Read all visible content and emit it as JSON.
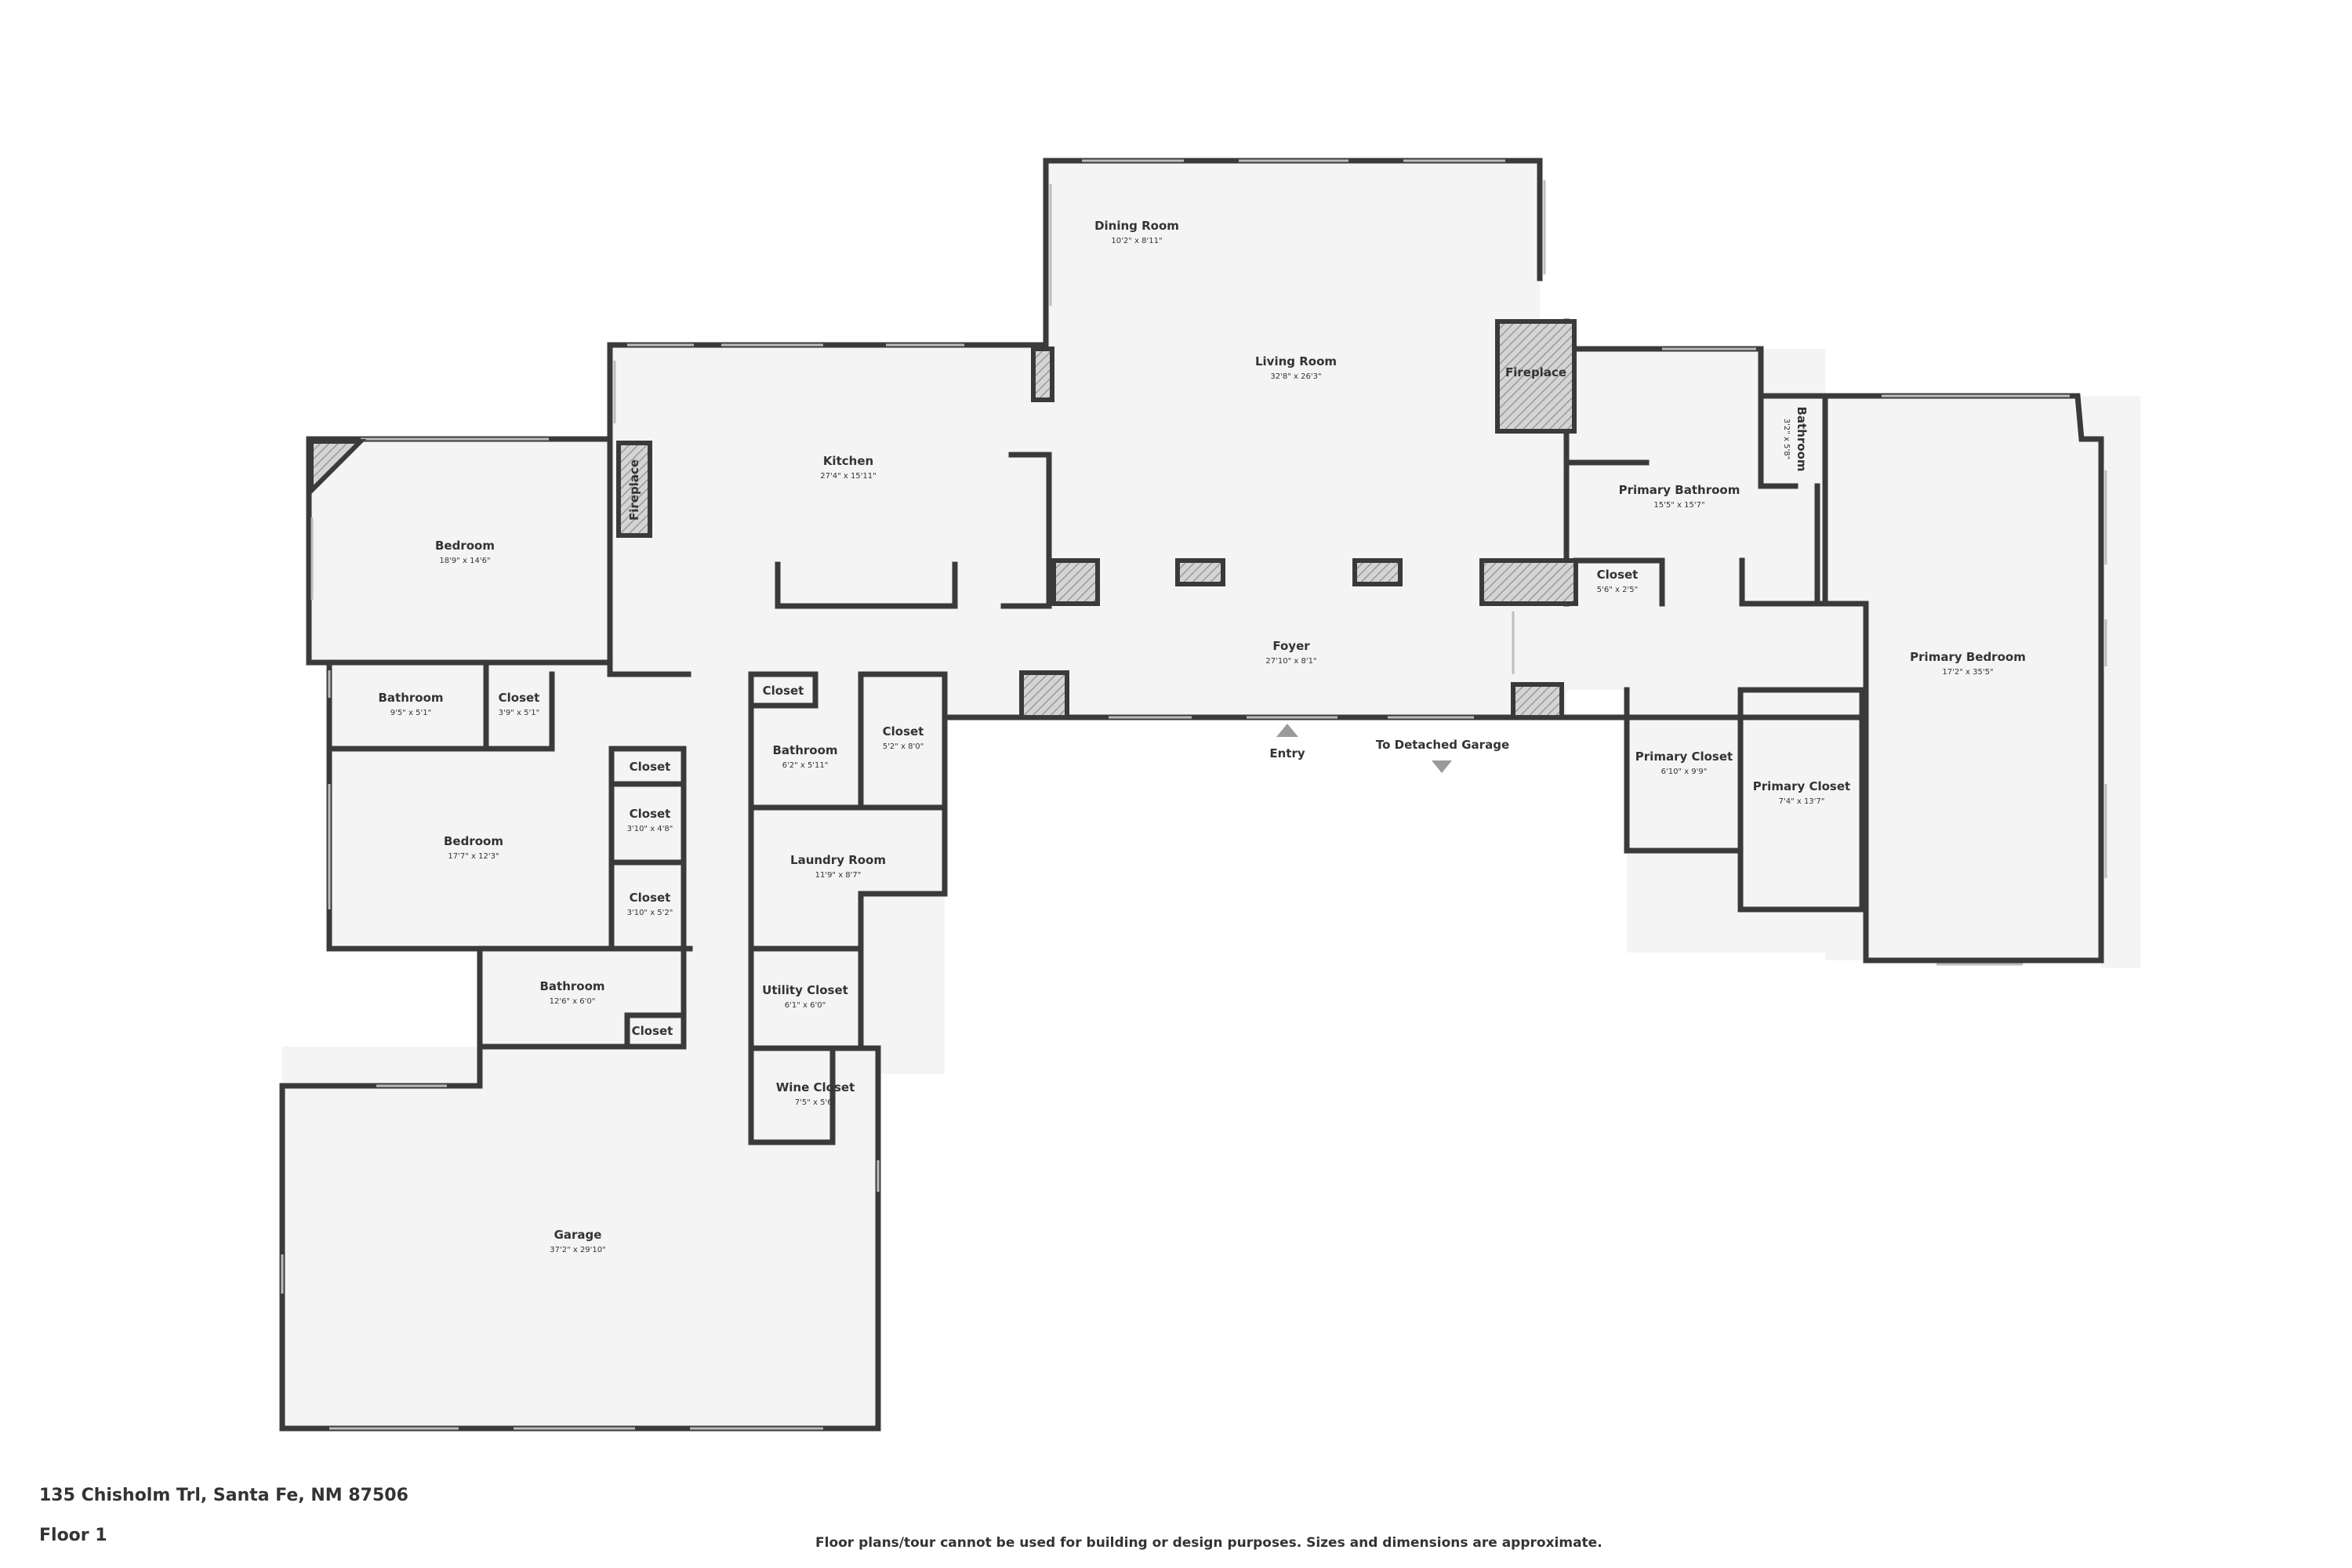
{
  "plan": {
    "address": "135 Chisholm Trl, Santa Fe, NM 87506",
    "floor": "Floor 1",
    "disclaimer": "Floor plans/tour cannot be used for building or design purposes. Sizes and dimensions are approximate.",
    "rooms": {
      "dining_room": {
        "name": "Dining Room",
        "dims": "10'2\" x 8'11\""
      },
      "living_room": {
        "name": "Living Room",
        "dims": "32'8\" x 26'3\""
      },
      "kitchen": {
        "name": "Kitchen",
        "dims": "27'4\" x 15'11\""
      },
      "bedroom_west": {
        "name": "Bedroom",
        "dims": "18'9\" x 14'6\""
      },
      "bathroom_west": {
        "name": "Bathroom",
        "dims": "9'5\" x 5'1\""
      },
      "closet_west": {
        "name": "Closet",
        "dims": "3'9\" x 5'1\""
      },
      "bedroom_mid": {
        "name": "Bedroom",
        "dims": "17'7\" x 12'3\""
      },
      "closet_a": {
        "name": "Closet",
        "dims": ""
      },
      "closet_b": {
        "name": "Closet",
        "dims": "3'10\" x 4'8\""
      },
      "closet_c": {
        "name": "Closet",
        "dims": "3'10\" x 5'2\""
      },
      "bathroom_hall": {
        "name": "Bathroom",
        "dims": "12'6\" x 6'0\""
      },
      "closet_d": {
        "name": "Closet",
        "dims": ""
      },
      "closet_e": {
        "name": "Closet",
        "dims": ""
      },
      "bathroom_small": {
        "name": "Bathroom",
        "dims": "6'2\" x 5'11\""
      },
      "closet_f": {
        "name": "Closet",
        "dims": "5'2\" x 8'0\""
      },
      "laundry_room": {
        "name": "Laundry Room",
        "dims": "11'9\" x 8'7\""
      },
      "utility_closet": {
        "name": "Utility Closet",
        "dims": "6'1\" x 6'0\""
      },
      "wine_closet": {
        "name": "Wine Closet",
        "dims": "7'5\" x 5'6\""
      },
      "garage": {
        "name": "Garage",
        "dims": "37'2\" x 29'10\""
      },
      "foyer": {
        "name": "Foyer",
        "dims": "27'10\" x 8'1\""
      },
      "closet_foyer": {
        "name": "Closet",
        "dims": "5'6\" x 2'5\""
      },
      "primary_bathroom": {
        "name": "Primary Bathroom",
        "dims": "15'5\" x 15'7\""
      },
      "bathroom_primary": {
        "name": "Bathroom",
        "dims": "3'2\" x 5'8\""
      },
      "primary_bedroom": {
        "name": "Primary Bedroom",
        "dims": "17'2\" x 35'5\""
      },
      "primary_closet_1": {
        "name": "Primary Closet",
        "dims": "6'10\" x 9'9\""
      },
      "primary_closet_2": {
        "name": "Primary Closet",
        "dims": "7'4\" x 13'7\""
      }
    },
    "fireplaces": {
      "kitchen": "Fireplace",
      "living": "Fireplace"
    },
    "markers": {
      "entry": "Entry",
      "detached_garage": "To Detached Garage"
    }
  }
}
